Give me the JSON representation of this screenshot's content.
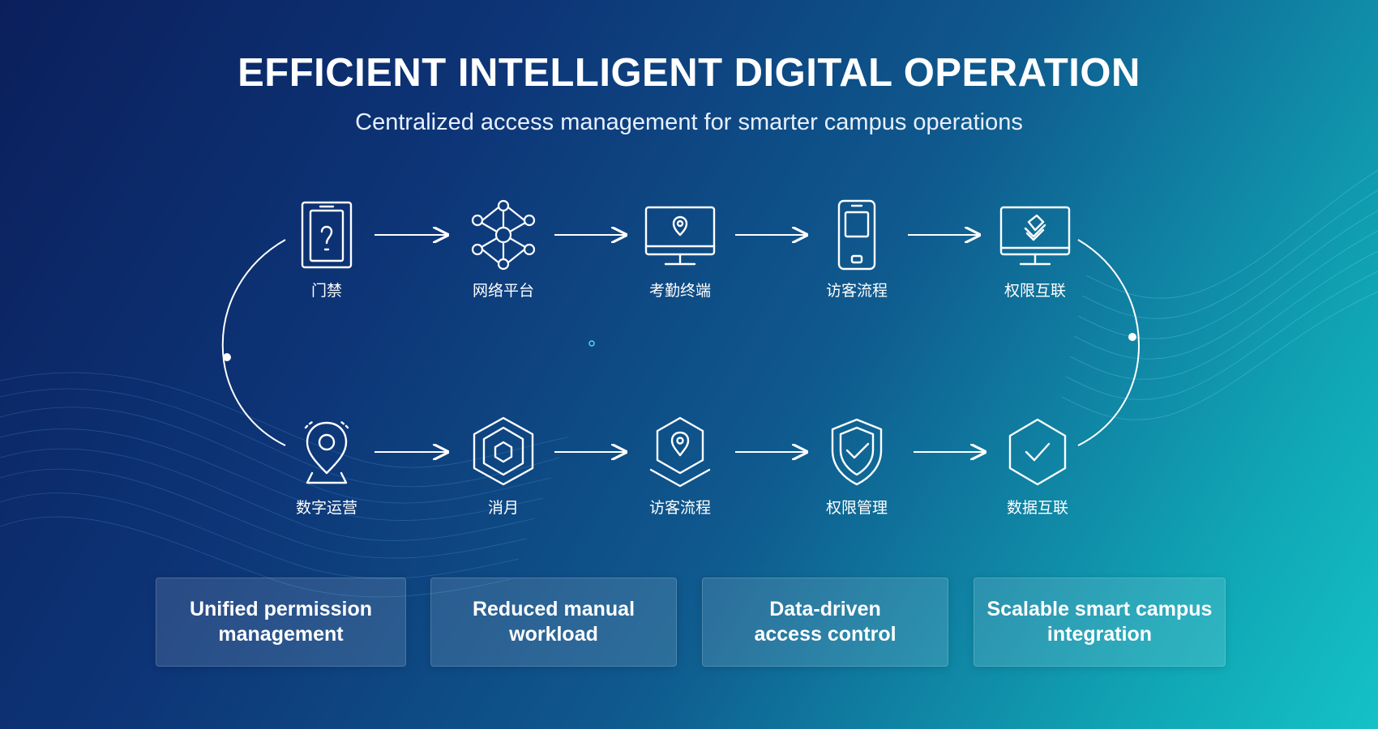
{
  "header": {
    "title": "EFFICIENT INTELLIGENT DIGITAL OPERATION",
    "subtitle": "Centralized access management for smarter campus operations"
  },
  "flow": {
    "top_row": [
      {
        "label": "门禁",
        "icon": "access-gate-icon"
      },
      {
        "label": "网络平台",
        "icon": "network-platform-icon"
      },
      {
        "label": "考勤终端",
        "icon": "attendance-terminal-icon"
      },
      {
        "label": "访客流程",
        "icon": "visitor-mobile-icon"
      },
      {
        "label": "权限互联",
        "icon": "permission-monitor-icon"
      }
    ],
    "bottom_row": [
      {
        "label": "数字运营",
        "icon": "location-pin-icon"
      },
      {
        "label": "消月",
        "icon": "hexagon-cube-icon"
      },
      {
        "label": "访客流程",
        "icon": "location-hexagon-icon"
      },
      {
        "label": "权限管理",
        "icon": "shield-check-icon"
      },
      {
        "label": "数据互联",
        "icon": "hexagon-check-icon"
      }
    ]
  },
  "benefits": [
    {
      "line1": "Unified permission",
      "line2": "management"
    },
    {
      "line1": "Reduced manual",
      "line2": "workload"
    },
    {
      "line1": "Data-driven",
      "line2": "access control"
    },
    {
      "line1": "Scalable smart campus",
      "line2": "integration"
    }
  ],
  "colors": {
    "background_dark": "#0b1f5c",
    "background_light": "#14c2c6",
    "accent_line": "#4fd8ee",
    "text": "#ffffff"
  }
}
